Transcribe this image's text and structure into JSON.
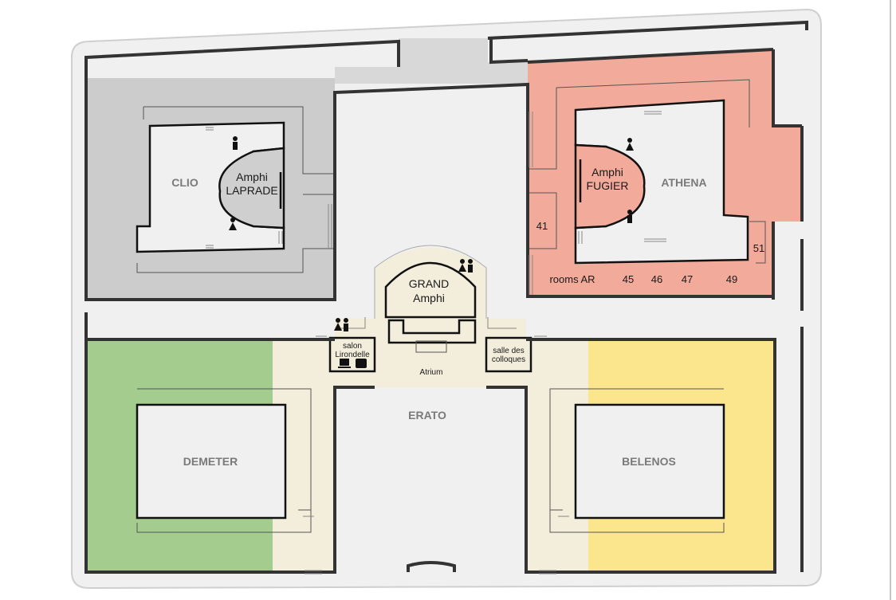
{
  "colors": {
    "gray_wing": "#cccccc",
    "red_wing": "#f2aa9a",
    "green_wing": "#a3cc8e",
    "yellow_wing": "#fbe68e",
    "cream": "#f3eddb",
    "corridor": "#f0f0f0",
    "walls": "#333333"
  },
  "zones": {
    "clio": "CLIO",
    "athena": "ATHENA",
    "demeter": "DEMETER",
    "belenos": "BELENOS",
    "erato": "ERATO"
  },
  "amphis": {
    "laprade": [
      "Amphi",
      "LAPRADE"
    ],
    "fugier": [
      "Amphi",
      "FUGIER"
    ],
    "grand": [
      "GRAND",
      "Amphi"
    ]
  },
  "rooms": {
    "r41": "41",
    "r51": "51",
    "rooms_ar": "rooms AR",
    "r45": "45",
    "r46": "46",
    "r47": "47",
    "r49": "49"
  },
  "salons": {
    "lirondelle": [
      "salon",
      "Lirondelle"
    ],
    "colloques": [
      "salle des",
      "colloques"
    ],
    "atrium": "Atrium"
  },
  "icons": [
    "restroom-icon",
    "stairs-icon",
    "coffee-icon",
    "luggage-icon"
  ]
}
